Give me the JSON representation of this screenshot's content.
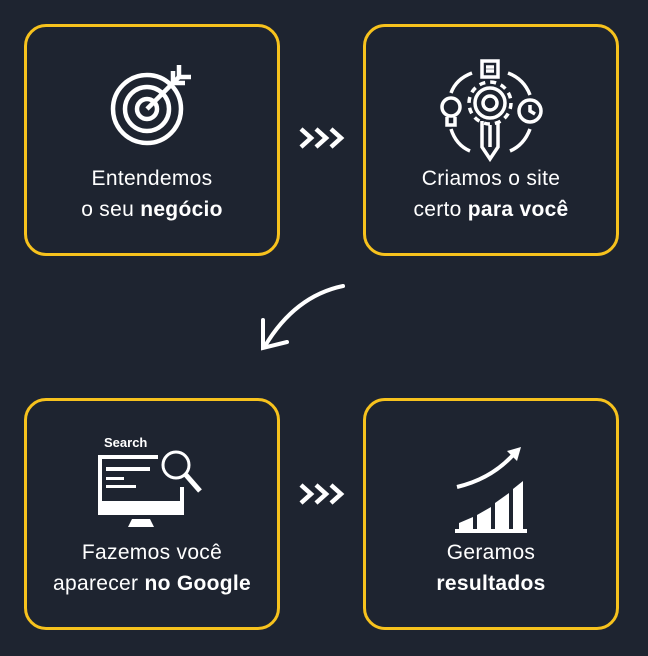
{
  "steps": [
    {
      "line1": "Entendemos",
      "line2_prefix": "o seu ",
      "line2_bold": "negócio",
      "icon": "target-icon"
    },
    {
      "line1": "Criamos o site",
      "line2_prefix": "certo ",
      "line2_bold": "para você",
      "icon": "creative-process-icon"
    },
    {
      "line1": "Fazemos você",
      "line2_prefix": "aparecer ",
      "line2_bold": "no Google",
      "icon": "search-monitor-icon",
      "icon_text": "Search"
    },
    {
      "line1": "Geramos",
      "line2_prefix": "",
      "line2_bold": "resultados",
      "icon": "growth-chart-icon"
    }
  ],
  "colors": {
    "background": "#1e2430",
    "accent": "#f7c21d",
    "text": "#ffffff"
  }
}
